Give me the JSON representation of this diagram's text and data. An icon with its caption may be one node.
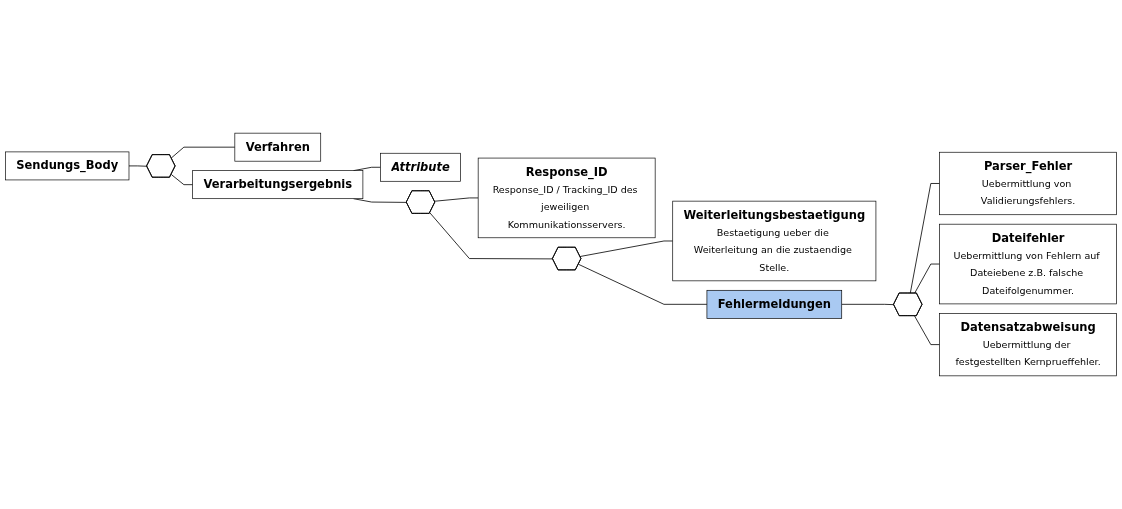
{
  "diagram": {
    "nodes": [
      {
        "text": [
          "Sendungs_Body"
        ]
      },
      {
        "text": [],
        "shape": "octagon"
      },
      {
        "text": [
          "Verfahren"
        ]
      },
      {
        "text": [
          "Verarbeitungsergebnis"
        ]
      },
      {
        "text": [
          "Attribute"
        ]
      },
      {
        "text": [],
        "shape": "octagon"
      },
      {
        "text": [
          "Response_ID",
          "Response_ID / Tracking_ID des jeweiligen Kommunikationsservers."
        ]
      },
      {
        "text": [],
        "shape": "octagon"
      },
      {
        "text": [
          "Weiterleitungsbestaetigung",
          "Bestaetigung ueber die Weiterleitung an die zustaendige Stelle."
        ]
      },
      {
        "text": [
          "Fehlermeldungen"
        ]
      },
      {
        "text": [],
        "shape": "octagon"
      },
      {
        "text": [
          "Parser_Fehler",
          "Uebermittlung von Validierungsfehlers."
        ]
      },
      {
        "text": [
          "Dateifehler",
          "Uebermittlung von Fehlern auf Dateiebene z.B. falsche Dateifolgenummer."
        ]
      },
      {
        "text": [
          "Datensatzabweisung",
          "Uebermittlung der festgestellten Kernprueffehler."
        ]
      }
    ],
    "edges": [
      {
        "from": 0,
        "to": 1,
        "arrow": "none"
      },
      {
        "from": 1,
        "to": 2,
        "arrow": "none"
      },
      {
        "from": 1,
        "to": 3,
        "arrow": "none"
      },
      {
        "from": 3,
        "to": 4,
        "arrow": "none"
      },
      {
        "from": 3,
        "to": 5,
        "arrow": "none"
      },
      {
        "from": 5,
        "to": 6,
        "arrow": "none"
      },
      {
        "from": 5,
        "to": 7,
        "arrow": "none"
      },
      {
        "from": 7,
        "to": 8,
        "arrow": "none"
      },
      {
        "from": 7,
        "to": 9,
        "arrow": "none"
      },
      {
        "from": 9,
        "to": 10,
        "arrow": "none"
      },
      {
        "from": 10,
        "to": 11,
        "arrow": "none"
      },
      {
        "from": 10,
        "to": 12,
        "arrow": "none"
      },
      {
        "from": 10,
        "to": 13,
        "arrow": "none"
      }
    ]
  }
}
